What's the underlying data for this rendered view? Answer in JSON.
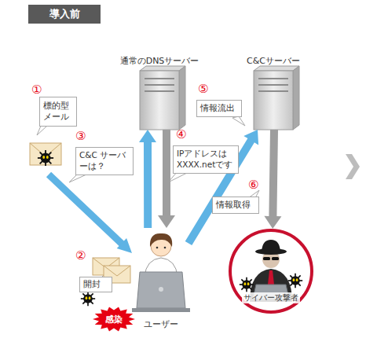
{
  "diagram": {
    "title": "導入前",
    "nodes": [
      {
        "text": [
          "通常のDNSサーバー"
        ]
      },
      {
        "text": [
          "C&Cサーバー"
        ]
      },
      {
        "text": [
          "標的型 メール"
        ]
      },
      {
        "text": [
          "C&C サーバーは？"
        ]
      },
      {
        "text": [
          "IPアドレスは XXXX.netです"
        ]
      },
      {
        "text": [
          "情報流出"
        ]
      },
      {
        "text": [
          "情報取得"
        ]
      },
      {
        "text": [
          "ユーザー"
        ]
      },
      {
        "text": [
          "開封"
        ]
      },
      {
        "text": [
          "感染"
        ]
      },
      {
        "text": [
          "サイバー攻撃者"
        ]
      }
    ],
    "edges": [
      {
        "from": 7,
        "to": 0,
        "arrow": "to"
      },
      {
        "from": 0,
        "to": 7,
        "arrow": "to"
      },
      {
        "from": 7,
        "to": 1,
        "arrow": "to"
      },
      {
        "from": 1,
        "to": 10,
        "arrow": "to"
      }
    ],
    "labels": [
      "①",
      "②",
      "③",
      "④",
      "⑤",
      "⑥"
    ]
  }
}
